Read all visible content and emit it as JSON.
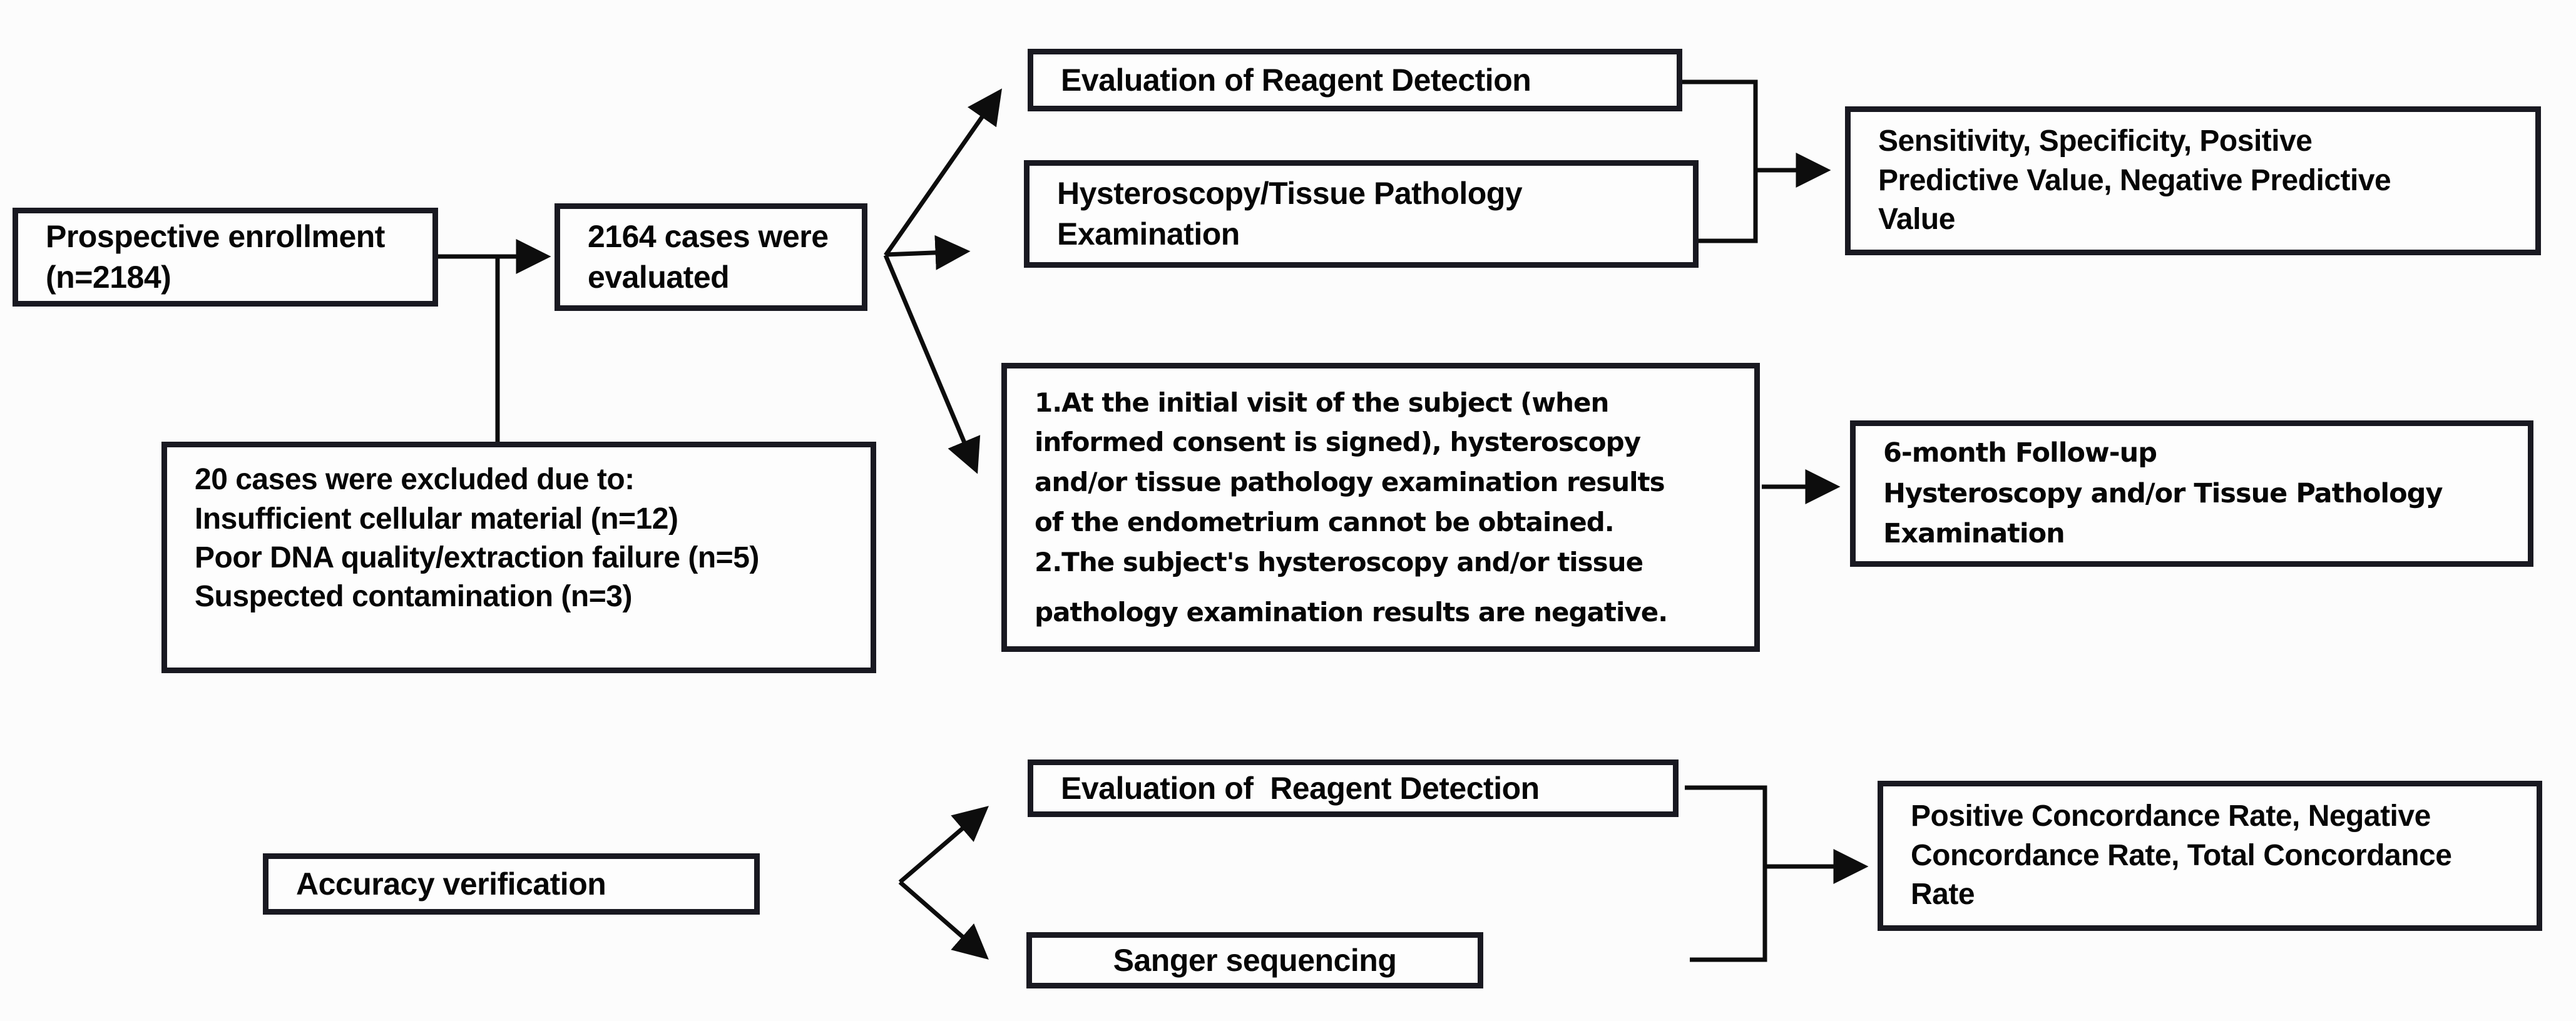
{
  "colors": {
    "bg": "#fcfcfc",
    "box-bg": "#fdfdfd",
    "border": "#191921",
    "text": "#060606",
    "line": "#0d0d0d"
  },
  "boxes": {
    "prospective": {
      "lines": [
        "Prospective enrollment",
        "(n=2184)"
      ]
    },
    "evaluated": {
      "lines": [
        "2164 cases were",
        "evaluated"
      ]
    },
    "excluded": {
      "lines": [
        "20 cases were excluded due to:",
        "Insufficient cellular material (n=12)",
        "Poor DNA quality/extraction failure (n=5)",
        "Suspected contamination (n=3)"
      ]
    },
    "reagent_eval_top": {
      "label": "Evaluation of Reagent Detection"
    },
    "hysteroscopy": {
      "lines": [
        "Hysteroscopy/Tissue Pathology",
        "Examination"
      ]
    },
    "sensitivity": {
      "lines": [
        "Sensitivity, Specificity, Positive",
        "Predictive Value, Negative Predictive",
        "Value"
      ]
    },
    "followup_criteria": {
      "lines": [
        "1.At the initial visit of the subject (when",
        "informed consent is signed), hysteroscopy",
        "and/or tissue pathology examination results",
        "of the endometrium cannot be obtained.",
        "2.The subject's hysteroscopy and/or tissue",
        "pathology examination results are negative."
      ]
    },
    "six_month": {
      "lines": [
        "6-month Follow-up",
        "Hysteroscopy and/or Tissue Pathology",
        "Examination"
      ]
    },
    "accuracy": {
      "label": "Accuracy verification"
    },
    "reagent_eval_bottom": {
      "label": "Evaluation of  Reagent Detection"
    },
    "sanger": {
      "label": "Sanger sequencing"
    },
    "concordance": {
      "lines": [
        "Positive Concordance Rate, Negative",
        "Concordance Rate, Total Concordance",
        "Rate"
      ]
    }
  }
}
